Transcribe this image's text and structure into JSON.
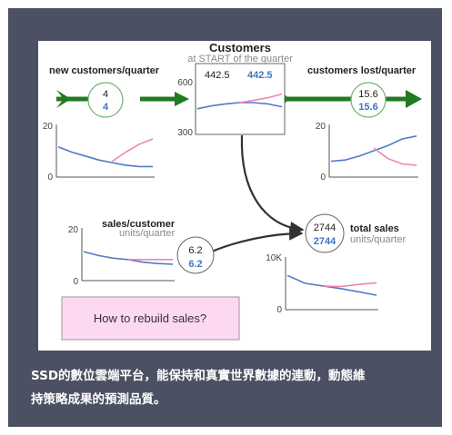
{
  "colors": {
    "frame": "#4c5063",
    "flow_arrow": "#217a21",
    "series_blue": "#4f7cc4",
    "series_pink": "#ee84b5",
    "axis": "#555555",
    "label": "#222222",
    "sublabel": "#8a8a8a",
    "value_blue": "#3b78c0",
    "button_fill": "#fdd8f2",
    "button_border": "#9a9a9a"
  },
  "stock": {
    "title": "Customers",
    "subtitle": "at START of the quarter",
    "value_black": "442.5",
    "value_blue": "442.5",
    "y_top": "600",
    "y_bottom": "300"
  },
  "inflow": {
    "label": "new customers/quarter",
    "value_black": "4",
    "value_blue": "4",
    "y_top": "20",
    "y_bottom": "0"
  },
  "outflow": {
    "label": "customers lost/quarter",
    "value_black": "15.6",
    "value_blue": "15.6",
    "y_top": "20",
    "y_bottom": "0"
  },
  "sales_per_customer": {
    "label": "sales/customer",
    "unit": "units/quarter",
    "value_black": "6.2",
    "value_blue": "6.2",
    "y_top": "20",
    "y_bottom": "0"
  },
  "total_sales": {
    "label": "total sales",
    "unit": "units/quarter",
    "value_black": "2744",
    "value_blue": "2744",
    "y_top": "10K",
    "y_bottom": "0"
  },
  "button": {
    "label": "How to rebuild sales?"
  },
  "caption": {
    "line1": "SSD的數位雲端平台，能保持和真實世界數據的連動，動態維",
    "line2": "持策略成果的預測品質。"
  },
  "chart_data": [
    {
      "type": "line",
      "id": "customers-stock",
      "ylim": [
        300,
        600
      ],
      "series": [
        {
          "values": [
            440,
            458,
            470,
            478,
            478,
            470,
            452
          ]
        },
        {
          "values": [
            null,
            null,
            null,
            478,
            492,
            508,
            530
          ]
        }
      ]
    },
    {
      "type": "line",
      "id": "new-customers",
      "ylim": [
        0,
        20
      ],
      "series": [
        {
          "values": [
            11.5,
            9.5,
            8,
            6.5,
            5.5,
            4.5,
            4,
            4
          ]
        },
        {
          "values": [
            null,
            null,
            null,
            null,
            6,
            9.5,
            12.5,
            14.5
          ]
        }
      ]
    },
    {
      "type": "line",
      "id": "customers-lost",
      "ylim": [
        0,
        20
      ],
      "series": [
        {
          "values": [
            6,
            6.5,
            8,
            10,
            12,
            14.5,
            15.6
          ]
        },
        {
          "values": [
            null,
            null,
            null,
            11,
            7,
            5,
            4.5
          ]
        }
      ]
    },
    {
      "type": "line",
      "id": "sales-per-customer",
      "ylim": [
        0,
        20
      ],
      "series": [
        {
          "values": [
            11,
            9.5,
            8.5,
            8,
            7,
            6.5,
            6.2
          ]
        },
        {
          "values": [
            null,
            null,
            null,
            8,
            8,
            8,
            8
          ]
        }
      ]
    },
    {
      "type": "line",
      "id": "total-sales",
      "ylim": [
        0,
        10000
      ],
      "series": [
        {
          "values": [
            6500,
            5000,
            4500,
            4000,
            3400,
            2744
          ]
        },
        {
          "values": [
            null,
            null,
            4500,
            4400,
            4800,
            5100
          ]
        }
      ]
    }
  ]
}
